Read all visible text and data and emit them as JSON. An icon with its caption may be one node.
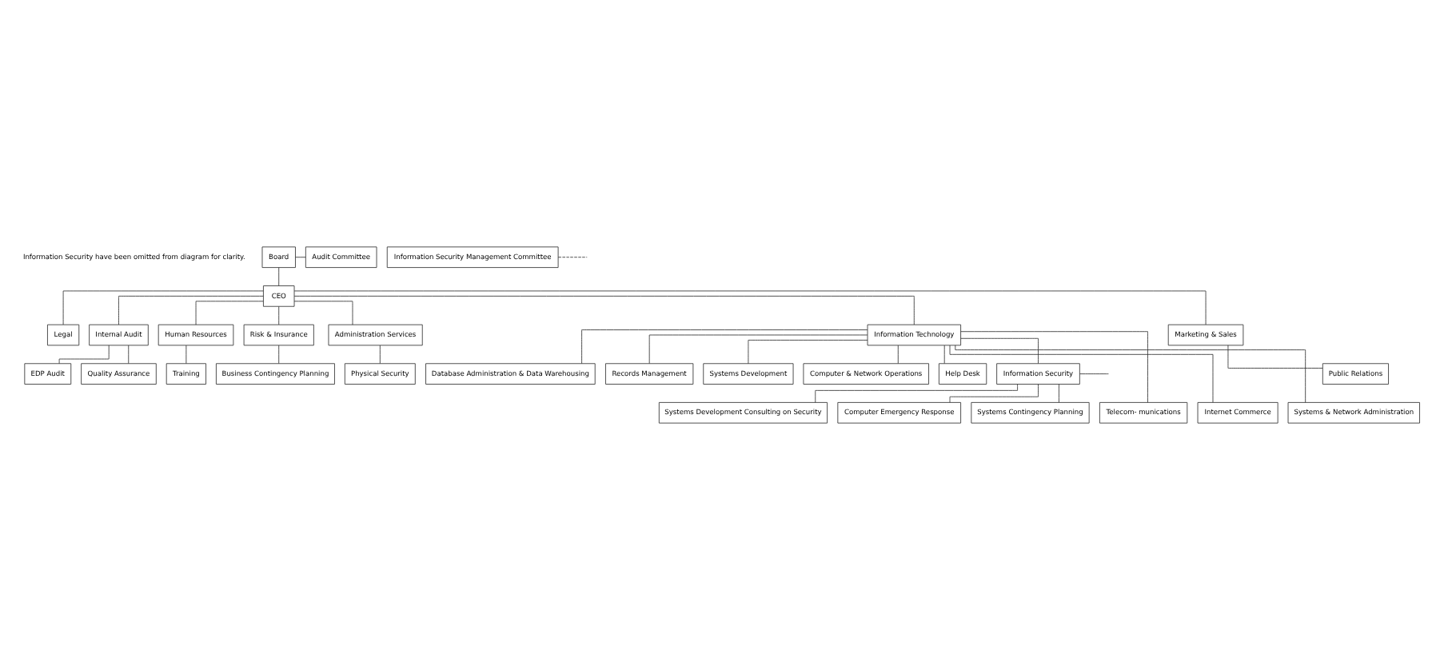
{
  "diagram": {
    "nodes": [
      {
        "text": [
          "Board"
        ]
      },
      {
        "text": [
          "Audit Committee"
        ]
      },
      {
        "text": [
          "Information Security Management Committee"
        ]
      },
      {
        "text": [
          "CEO"
        ]
      },
      {
        "text": [
          "Legal"
        ]
      },
      {
        "text": [
          "Internal Audit"
        ]
      },
      {
        "text": [
          "Human Resources"
        ]
      },
      {
        "text": [
          "Risk & Insurance"
        ]
      },
      {
        "text": [
          "Administration Services"
        ]
      },
      {
        "text": [
          "Information Technology"
        ]
      },
      {
        "text": [
          "Marketing & Sales"
        ]
      },
      {
        "text": [
          "EDP Audit"
        ]
      },
      {
        "text": [
          "Quality Assurance"
        ]
      },
      {
        "text": [
          "Training"
        ]
      },
      {
        "text": [
          "Business Contingency Planning"
        ]
      },
      {
        "text": [
          "Physical Security"
        ]
      },
      {
        "text": [
          "Public Relations"
        ]
      },
      {
        "text": [
          "Database Administration & Data Warehousing"
        ]
      },
      {
        "text": [
          "Records Management"
        ]
      },
      {
        "text": [
          "Systems Development"
        ]
      },
      {
        "text": [
          "Computer & Network Operations"
        ]
      },
      {
        "text": [
          "Help Desk"
        ]
      },
      {
        "text": [
          "Information Security"
        ]
      },
      {
        "text": [
          "Telecom- munications"
        ]
      },
      {
        "text": [
          "Internet Commerce"
        ]
      },
      {
        "text": [
          "Systems & Network Administration"
        ]
      },
      {
        "text": [
          "Systems Development Consulting on Security"
        ]
      },
      {
        "text": [
          "Computer Emergency Response"
        ]
      },
      {
        "text": [
          "Systems Contingency Planning"
        ]
      }
    ],
    "edges": [
      {
        "from": 0,
        "to": 1,
        "arrow": "none"
      },
      {
        "from": 0,
        "to": 3,
        "arrow": "none"
      },
      {
        "from": 2,
        "to": null,
        "arrow": "none",
        "style": "dashed"
      },
      {
        "from": 3,
        "to": 4,
        "arrow": "none"
      },
      {
        "from": 3,
        "to": 5,
        "arrow": "none"
      },
      {
        "from": 3,
        "to": 6,
        "arrow": "none"
      },
      {
        "from": 3,
        "to": 7,
        "arrow": "none"
      },
      {
        "from": 3,
        "to": 8,
        "arrow": "none"
      },
      {
        "from": 3,
        "to": 9,
        "arrow": "none"
      },
      {
        "from": 3,
        "to": 10,
        "arrow": "none"
      },
      {
        "from": 5,
        "to": 11,
        "arrow": "none"
      },
      {
        "from": 5,
        "to": 12,
        "arrow": "none"
      },
      {
        "from": 6,
        "to": 13,
        "arrow": "none"
      },
      {
        "from": 7,
        "to": 14,
        "arrow": "none"
      },
      {
        "from": 8,
        "to": 15,
        "arrow": "none"
      },
      {
        "from": 10,
        "to": 16,
        "arrow": "none"
      },
      {
        "from": 9,
        "to": 17,
        "arrow": "none"
      },
      {
        "from": 9,
        "to": 18,
        "arrow": "none"
      },
      {
        "from": 9,
        "to": 19,
        "arrow": "none"
      },
      {
        "from": 9,
        "to": 20,
        "arrow": "none"
      },
      {
        "from": 9,
        "to": 21,
        "arrow": "none"
      },
      {
        "from": 9,
        "to": 22,
        "arrow": "none"
      },
      {
        "from": 9,
        "to": 23,
        "arrow": "none"
      },
      {
        "from": 9,
        "to": 24,
        "arrow": "none"
      },
      {
        "from": 9,
        "to": 25,
        "arrow": "none"
      },
      {
        "from": 22,
        "to": null,
        "arrow": "none"
      },
      {
        "from": 22,
        "to": 26,
        "arrow": "none"
      },
      {
        "from": 22,
        "to": 27,
        "arrow": "none"
      },
      {
        "from": 22,
        "to": 28,
        "arrow": "none"
      }
    ],
    "labels": [
      "Information Security have been omitted from diagram for clarity."
    ]
  }
}
